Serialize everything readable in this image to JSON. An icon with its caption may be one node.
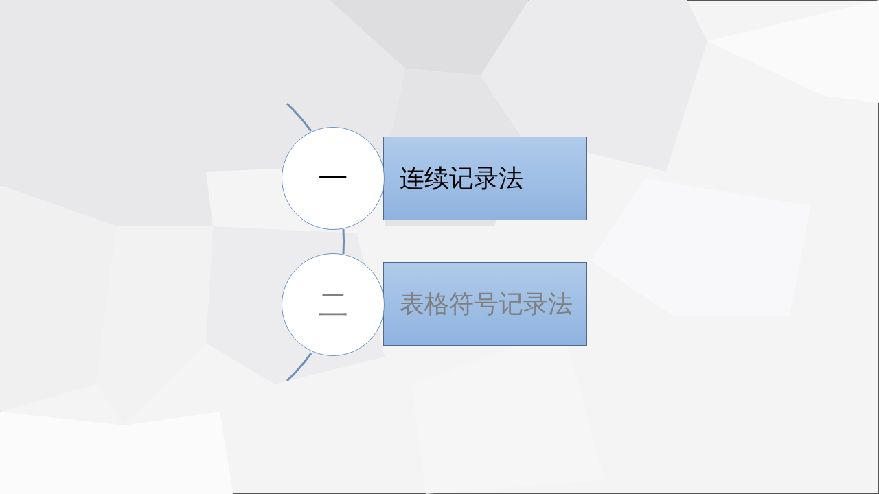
{
  "diagram": {
    "nodes": [
      {
        "text": [
          "一"
        ]
      },
      {
        "text": [
          "连续记录法"
        ]
      },
      {
        "text": [
          "二"
        ]
      },
      {
        "text": [
          "表格符号记录法"
        ]
      }
    ],
    "edges": [
      {
        "from": 0,
        "to": 2,
        "arrow": "none"
      }
    ]
  }
}
